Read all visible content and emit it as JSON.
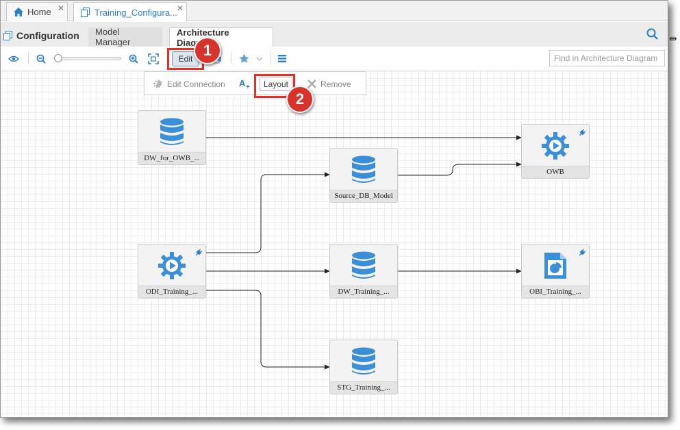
{
  "tabs": {
    "home_label": "Home",
    "training_label": "Training_Configura...",
    "close_glyph": "✕"
  },
  "subnav": {
    "title": "Configuration",
    "model_manager": "Model Manager",
    "architecture_diagram": "Architecture Diagram"
  },
  "toolbar": {
    "edit_label": "Edit",
    "find_placeholder": "Find in Architecture Diagram",
    "zoom_level": 0
  },
  "edit_toolbar": {
    "edit_connection": "Edit Connection",
    "layout": "Layout",
    "remove": "Remove"
  },
  "nodes": [
    {
      "id": "dw_for_owb",
      "label": "DW_for_OWB_...",
      "icon": "database-icon",
      "plug": false
    },
    {
      "id": "owb",
      "label": "OWB",
      "icon": "gear-play-icon",
      "plug": true
    },
    {
      "id": "source_db_model",
      "label": "Source_DB_Model",
      "icon": "database-icon",
      "plug": false
    },
    {
      "id": "odi_training",
      "label": "ODI_Training_...",
      "icon": "gear-play-icon",
      "plug": true
    },
    {
      "id": "dw_training",
      "label": "DW_Training_...",
      "icon": "database-icon",
      "plug": false
    },
    {
      "id": "obi_training",
      "label": "OBI_Training_...",
      "icon": "report-chart-icon",
      "plug": true
    },
    {
      "id": "stg_training",
      "label": "STG_Training_...",
      "icon": "database-icon",
      "plug": false
    }
  ],
  "callouts": {
    "step1": "1",
    "step2": "2"
  },
  "colors": {
    "accent": "#2a7fc8",
    "icon_blue": "#3a8fd8",
    "callout_red": "#d8332a"
  }
}
